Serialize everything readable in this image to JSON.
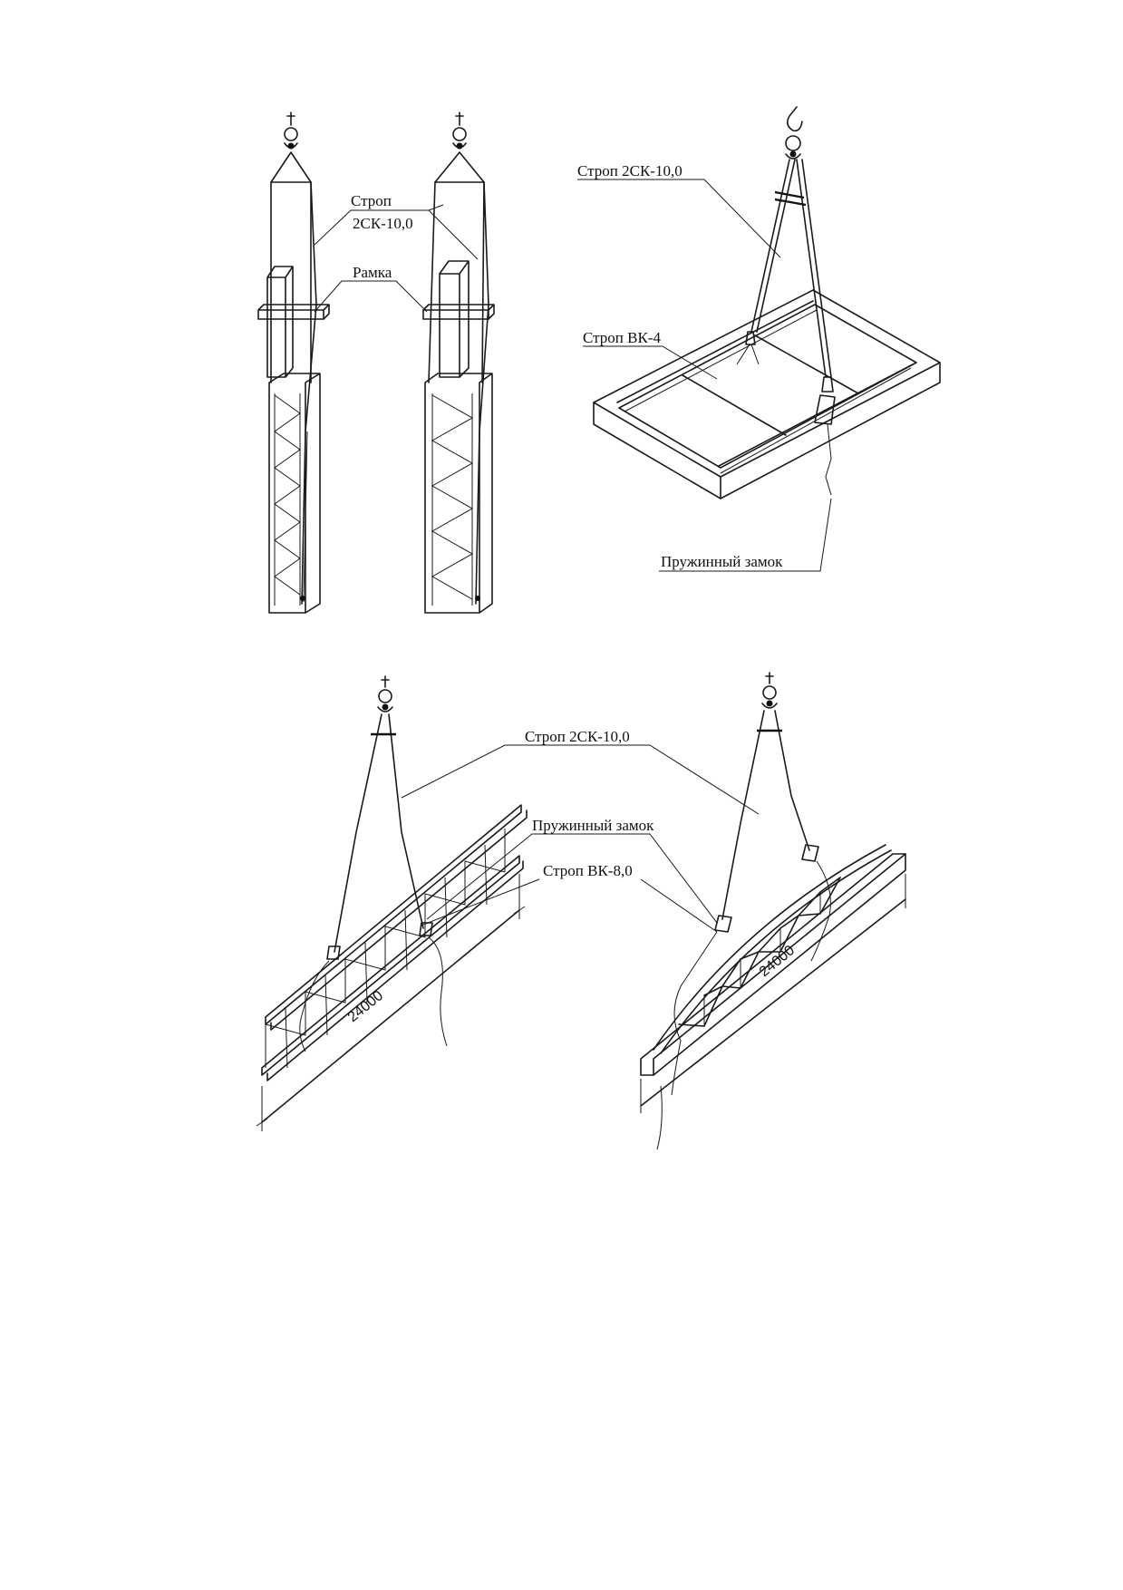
{
  "top_panel": {
    "columns": {
      "sling_label_line1": "Строп",
      "sling_label_line2": "2СК-10,0",
      "frame_label": "Рамка"
    },
    "slab": {
      "sling_label": "Строп 2СК-10,0",
      "sling_small_label": "Строп ВК-4",
      "lock_label": "Пружинный замок"
    }
  },
  "bottom_panel": {
    "sling_label": "Строп 2СК-10,0",
    "lock_label": "Пружинный замок",
    "sling_small_label": "Строп ВК-8,0",
    "truss_left_dimension": "24000",
    "truss_right_dimension": "24000"
  },
  "icons": [
    "crane-hook-icon"
  ]
}
